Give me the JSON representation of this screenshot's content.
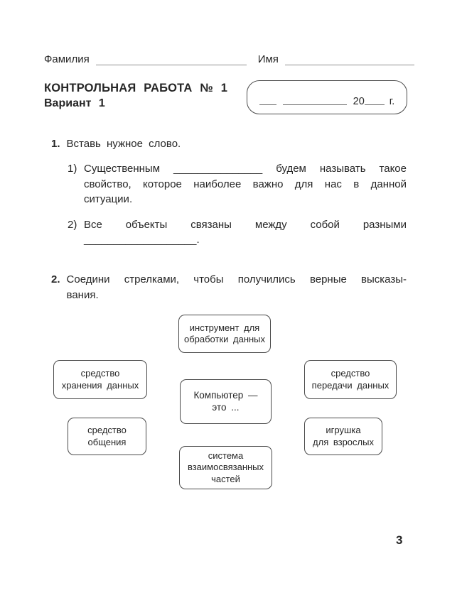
{
  "header": {
    "surname_label": "Фамилия",
    "name_label": "Имя",
    "title": "КОНТРОЛЬНАЯ РАБОТА № 1",
    "variant": "Вариант 1",
    "date_box": {
      "year_prefix": "20",
      "year_suffix": "г."
    }
  },
  "task1": {
    "number": "1.",
    "prompt": "Вставь нужное слово.",
    "items": [
      {
        "number": "1)",
        "lines": [
          "Существенным _______________ будем называть такое",
          "свойство, которое наиболее важно для нас в данной",
          "ситуации."
        ]
      },
      {
        "number": "2)",
        "lines": [
          "Все объекты связаны между собой разными",
          "___________________."
        ]
      }
    ]
  },
  "task2": {
    "number": "2.",
    "prompt_lines": [
      "Соедини стрелками, чтобы получились верные высказы-",
      "вания."
    ],
    "boxes": {
      "tool": "инструмент для\nобработки данных",
      "storage": "средство\nхранения данных",
      "computer": "Компьютер —\nэто ...",
      "transfer": "средство\nпередачи данных",
      "communication": "средство\nобщения",
      "toy": "игрушка\nдля взрослых",
      "system": "система\nвзаимосвязанных\nчастей"
    }
  },
  "page": {
    "number": "3"
  }
}
